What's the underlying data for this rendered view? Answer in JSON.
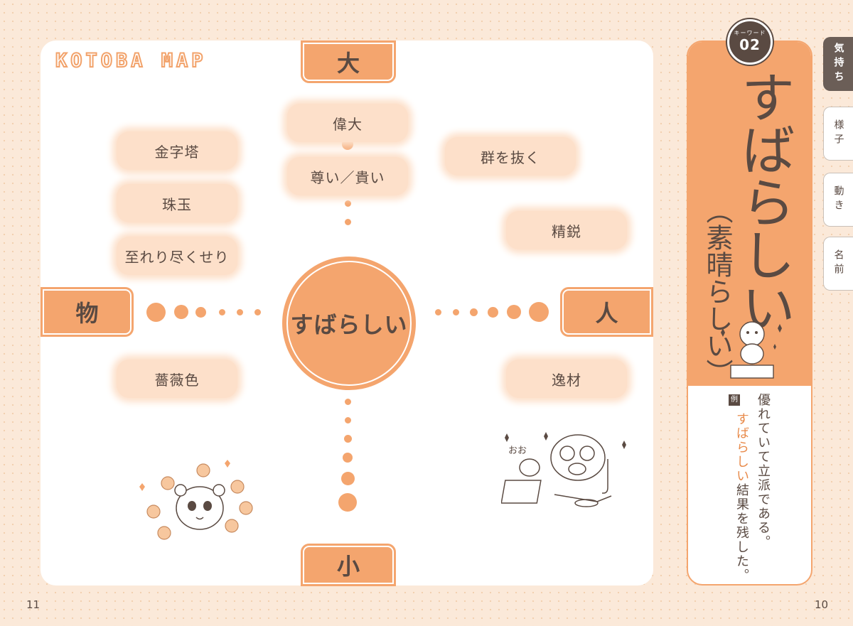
{
  "map": {
    "title": "KOTOBA MAP",
    "axis_top": "大",
    "axis_bottom": "小",
    "axis_left": "物",
    "axis_right": "人",
    "center": "すばらしい"
  },
  "words": {
    "idai": "偉大",
    "tootoi": "尊い／貴い",
    "kinjito": "金字塔",
    "shugyoku": "珠玉",
    "itareri": "至れり尽くせり",
    "gun": "群を抜く",
    "seiei": "精鋭",
    "barairo": "薔薇色",
    "itsuzai": "逸材"
  },
  "illustration_text": {
    "oo": "おお"
  },
  "keyword": {
    "badge_label": "キーワード",
    "badge_number": "02",
    "main": "すばらしい",
    "sub": "（素晴らしい）",
    "definition": "優れていて立派である。",
    "example_mark": "例",
    "example_highlight": "すばらしい",
    "example_rest": "結果を残した。"
  },
  "tabs": [
    {
      "label": "気持ち",
      "active": true
    },
    {
      "label": "様子",
      "active": false
    },
    {
      "label": "動き",
      "active": false
    },
    {
      "label": "名前",
      "active": false
    }
  ],
  "page_numbers": {
    "left": "11",
    "right": "10"
  },
  "colors": {
    "accent": "#f4a56e",
    "pill": "#fde0ca",
    "text": "#5a4a42",
    "background": "#fbe9d9",
    "active_tab": "#6b5e57"
  }
}
